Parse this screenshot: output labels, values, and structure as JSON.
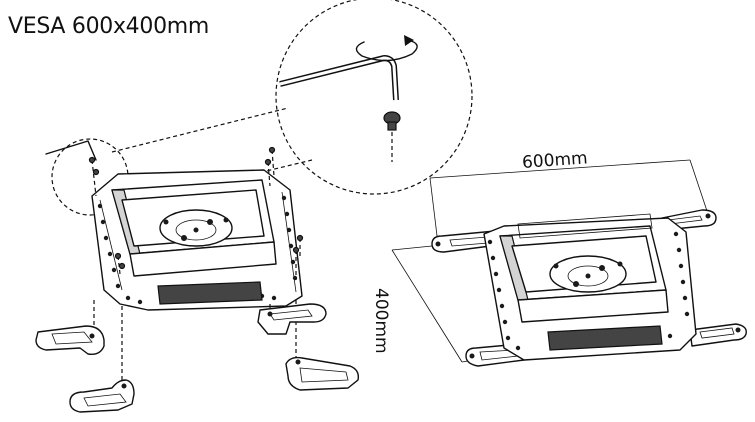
{
  "title": "VESA 600x400mm",
  "dimensions": {
    "width_label": "600mm",
    "height_label": "400mm"
  }
}
